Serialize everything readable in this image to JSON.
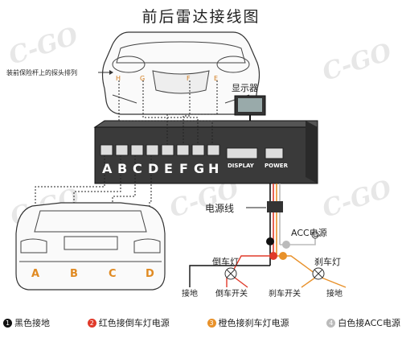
{
  "title": "前后雷达接线图",
  "watermark": "C-GO",
  "front_note": "装前保险杆上的探头排列",
  "display_label": "显示器",
  "front_sensors": [
    "H",
    "G",
    "F",
    "E"
  ],
  "ports": [
    "A",
    "B",
    "C",
    "D",
    "E",
    "F",
    "G",
    "H"
  ],
  "display_port": "DISPLAY",
  "power_port": "POWER",
  "power_wire": "电源线",
  "acc_label": "ACC电源",
  "reverse_lamp": "倒车灯",
  "brake_lamp": "刹车灯",
  "bottom_labels": [
    "接地",
    "倒车开关",
    "刹车开关",
    "接地"
  ],
  "rear_sensors": [
    "A",
    "B",
    "C",
    "D"
  ],
  "legend": [
    {
      "num": "1",
      "text": "黑色接地",
      "color": "#111111"
    },
    {
      "num": "2",
      "text": "红色接倒车灯电源",
      "color": "#e03a2a"
    },
    {
      "num": "3",
      "text": "橙色接刹车灯电源",
      "color": "#e8912a"
    },
    {
      "num": "4",
      "text": "白色接ACC电源",
      "color": "#bbbbbb"
    }
  ],
  "colors": {
    "black": "#111111",
    "red": "#e03a2a",
    "orange": "#e8912a",
    "white": "#bbbbbb"
  }
}
